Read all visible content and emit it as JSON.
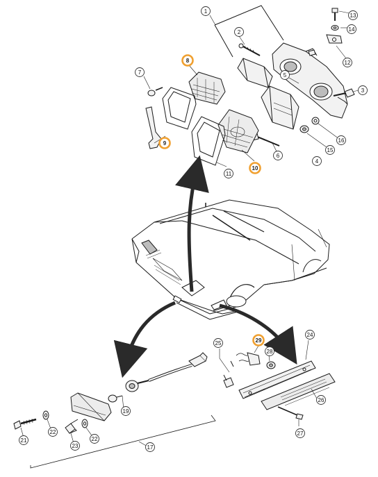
{
  "diagram": {
    "colors": {
      "line": "#1a1a1a",
      "part_fill": "#f2f2f2",
      "shade": "#bdbdbd",
      "callout_ring": "#333333",
      "highlight_ring": "#f0a030",
      "arrow": "#2a2a2a"
    },
    "callouts": [
      {
        "id": "1",
        "label": "1"
      },
      {
        "id": "2",
        "label": "2"
      },
      {
        "id": "3",
        "label": "3"
      },
      {
        "id": "4",
        "label": "4"
      },
      {
        "id": "5",
        "label": "5"
      },
      {
        "id": "6",
        "label": "6"
      },
      {
        "id": "7",
        "label": "7"
      },
      {
        "id": "8",
        "label": "8",
        "highlighted": true
      },
      {
        "id": "9",
        "label": "9",
        "highlighted": true
      },
      {
        "id": "10",
        "label": "10",
        "highlighted": true
      },
      {
        "id": "11",
        "label": "11"
      },
      {
        "id": "12",
        "label": "12"
      },
      {
        "id": "13",
        "label": "13"
      },
      {
        "id": "14",
        "label": "14"
      },
      {
        "id": "15",
        "label": "15"
      },
      {
        "id": "16",
        "label": "16"
      },
      {
        "id": "17",
        "label": "17"
      },
      {
        "id": "19",
        "label": "19"
      },
      {
        "id": "21",
        "label": "21"
      },
      {
        "id": "22a",
        "label": "22"
      },
      {
        "id": "22b",
        "label": "22"
      },
      {
        "id": "23",
        "label": "23"
      },
      {
        "id": "24",
        "label": "24"
      },
      {
        "id": "25",
        "label": "25"
      },
      {
        "id": "26",
        "label": "26"
      },
      {
        "id": "27",
        "label": "27"
      },
      {
        "id": "28",
        "label": "28"
      },
      {
        "id": "29",
        "label": "29",
        "highlighted": true
      }
    ]
  }
}
